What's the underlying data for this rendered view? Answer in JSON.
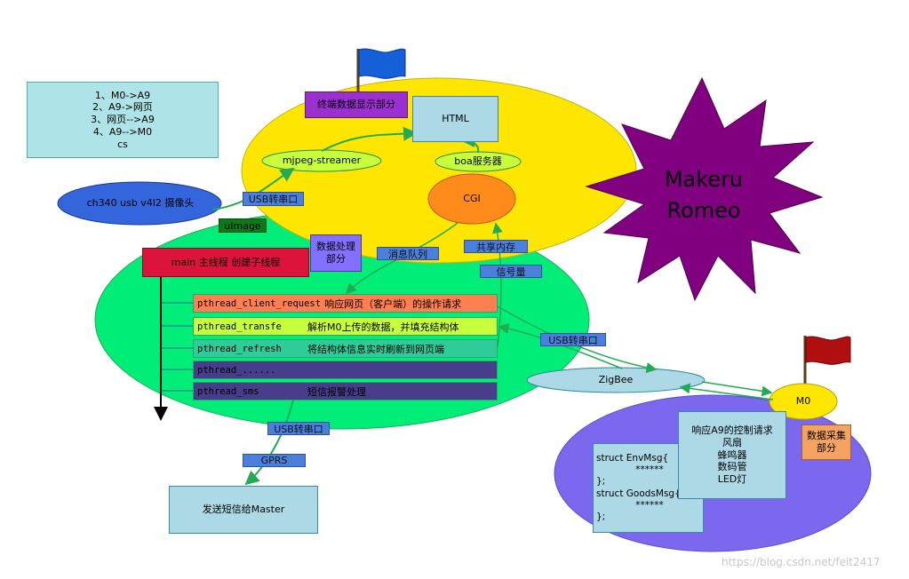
{
  "notes": [
    "1、M0->A9",
    "2、A9->网页",
    "3、网页-->A9",
    "4、A9-->M0",
    "cs"
  ],
  "makeru": {
    "line1": "Makeru",
    "line2": "Romeo"
  },
  "html_label": "HTML",
  "display_label": "终端数据显示部分",
  "mjpeg_label": "mjpeg-streamer",
  "boa_label": "boa服务器",
  "cgi_label": "CGI",
  "camera_label": "ch340 usb v4l2 摄像头",
  "usb_serial_top": "USB转串口",
  "uimage_label": "uImage",
  "main_thread_label": "main 主线程 创建子线程",
  "data_processing_label": "数据处理部分",
  "msg_queue_label": "消息队列",
  "shared_mem_label": "共享内存",
  "semaphore_label": "信号量",
  "threads": [
    {
      "fn": "pthread_client_request",
      "desc": "响应网页（客户端）的操作请求",
      "color": "#ff7f50"
    },
    {
      "fn": "pthread_transfe",
      "desc": "解析M0上传的数据，并填充结构体",
      "color": "#c8ff3c"
    },
    {
      "fn": "pthread_refresh",
      "desc": "将结构体信息实时刷新到网页端",
      "color": "#2ecc9a"
    },
    {
      "fn": "pthread_......",
      "desc": "",
      "color": "#483d8b"
    },
    {
      "fn": "pthread_sms",
      "desc": "短信报警处理",
      "color": "#483d8b"
    }
  ],
  "usb_serial_right": "USB转串口",
  "zigbee_label": "ZigBee",
  "m0_label": "M0",
  "data_collect_label": "数据采集部分",
  "control_box": [
    "响应A9的控制请求",
    "风扇",
    "蜂鸣器",
    "数码管",
    "LED灯"
  ],
  "struct_box": [
    "struct EnvMsg{",
    "******",
    "};",
    "struct GoodsMsg{",
    "******",
    "};"
  ],
  "usb_serial_bottom": "USB转串口",
  "gprs_label": "GPRS",
  "sms_master_label": "发送短信给Master",
  "watermark": "https://blog.csdn.net/feit2417",
  "colors": {
    "yellow": "#ffe600",
    "green": "#00ee77",
    "purple": "#7b68ee",
    "makeru": "#800080",
    "arrow": "#22aa55",
    "blue_tag": "#4a7fdc",
    "cgi": "#ff8c1a",
    "camera": "#3366dd",
    "main_red": "#dc143c"
  }
}
